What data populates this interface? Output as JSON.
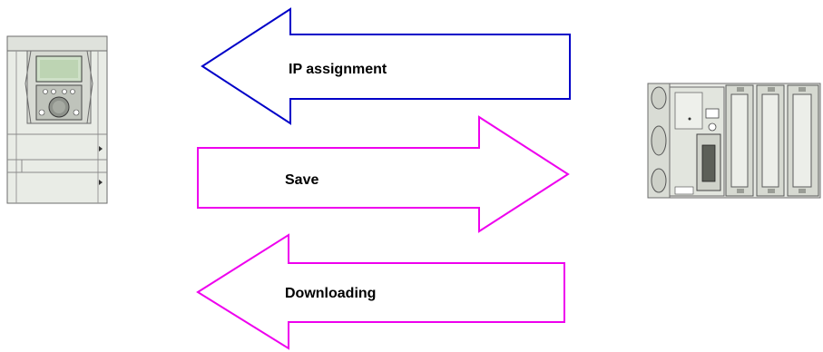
{
  "diagram": {
    "arrows": [
      {
        "label": "IP assignment",
        "direction": "left",
        "color": "#0000c8"
      },
      {
        "label": "Save",
        "direction": "right",
        "color": "#ee00ee"
      },
      {
        "label": "Downloading",
        "direction": "left",
        "color": "#ee00ee"
      }
    ],
    "devices": [
      {
        "name": "drive"
      },
      {
        "name": "plc-rack"
      }
    ]
  }
}
